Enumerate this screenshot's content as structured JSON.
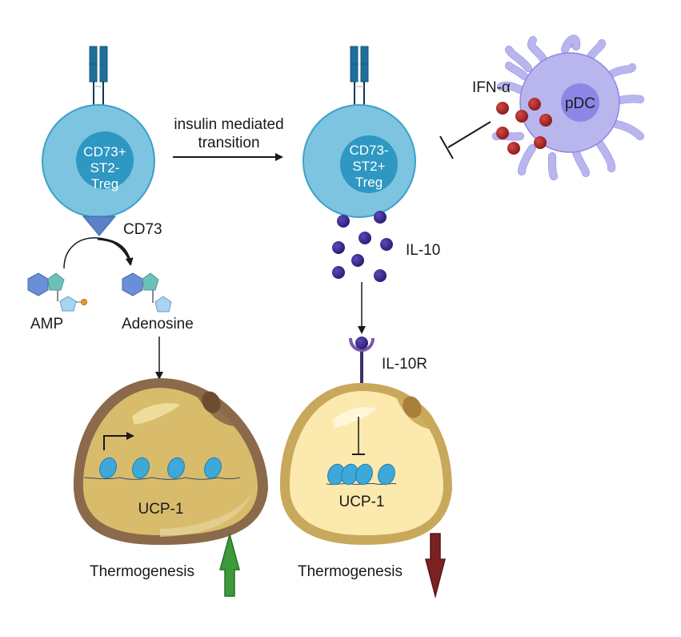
{
  "title": "Treg phenotype transition and adipocyte thermogenesis",
  "colors": {
    "treg_outer": "#7cc4e0",
    "treg_inner": "#2e97c2",
    "receptor": "#1f6f9c",
    "cd73_enzyme": "#5b82c6",
    "pdc_body": "#b9b6ee",
    "pdc_nucleus": "#8d86e6",
    "ifn_alpha": "#b02a2a",
    "il10": "#3d2d96",
    "il10r": "#6a4a9c",
    "brown_adipocyte_border": "#8a6a4a",
    "brown_adipocyte_fill": "#d8bc6c",
    "beige_adipocyte_border": "#c8a85a",
    "beige_adipocyte_fill": "#fbe9ad",
    "nucleosome": "#3ea9d8",
    "up_arrow": "#3d9a3a",
    "down_arrow": "#7a2222"
  },
  "left_treg": {
    "lines": [
      "CD73+",
      "ST2-",
      "Treg"
    ]
  },
  "right_treg": {
    "lines": [
      "CD73-",
      "ST2+",
      "Treg"
    ]
  },
  "transition": {
    "lines": [
      "insulin mediated",
      "transition"
    ]
  },
  "pdc": {
    "label": "pDC",
    "cytokine": "IFN-α"
  },
  "enzyme": {
    "label": "CD73"
  },
  "substrate": {
    "label": "AMP"
  },
  "product": {
    "label": "Adenosine"
  },
  "cytokine": {
    "label": "IL-10"
  },
  "receptor": {
    "label": "IL-10R"
  },
  "left_adipocyte": {
    "gene": "UCP-1",
    "outcome": "Thermogenesis",
    "direction": "up"
  },
  "right_adipocyte": {
    "gene": "UCP-1",
    "outcome": "Thermogenesis",
    "direction": "down"
  }
}
